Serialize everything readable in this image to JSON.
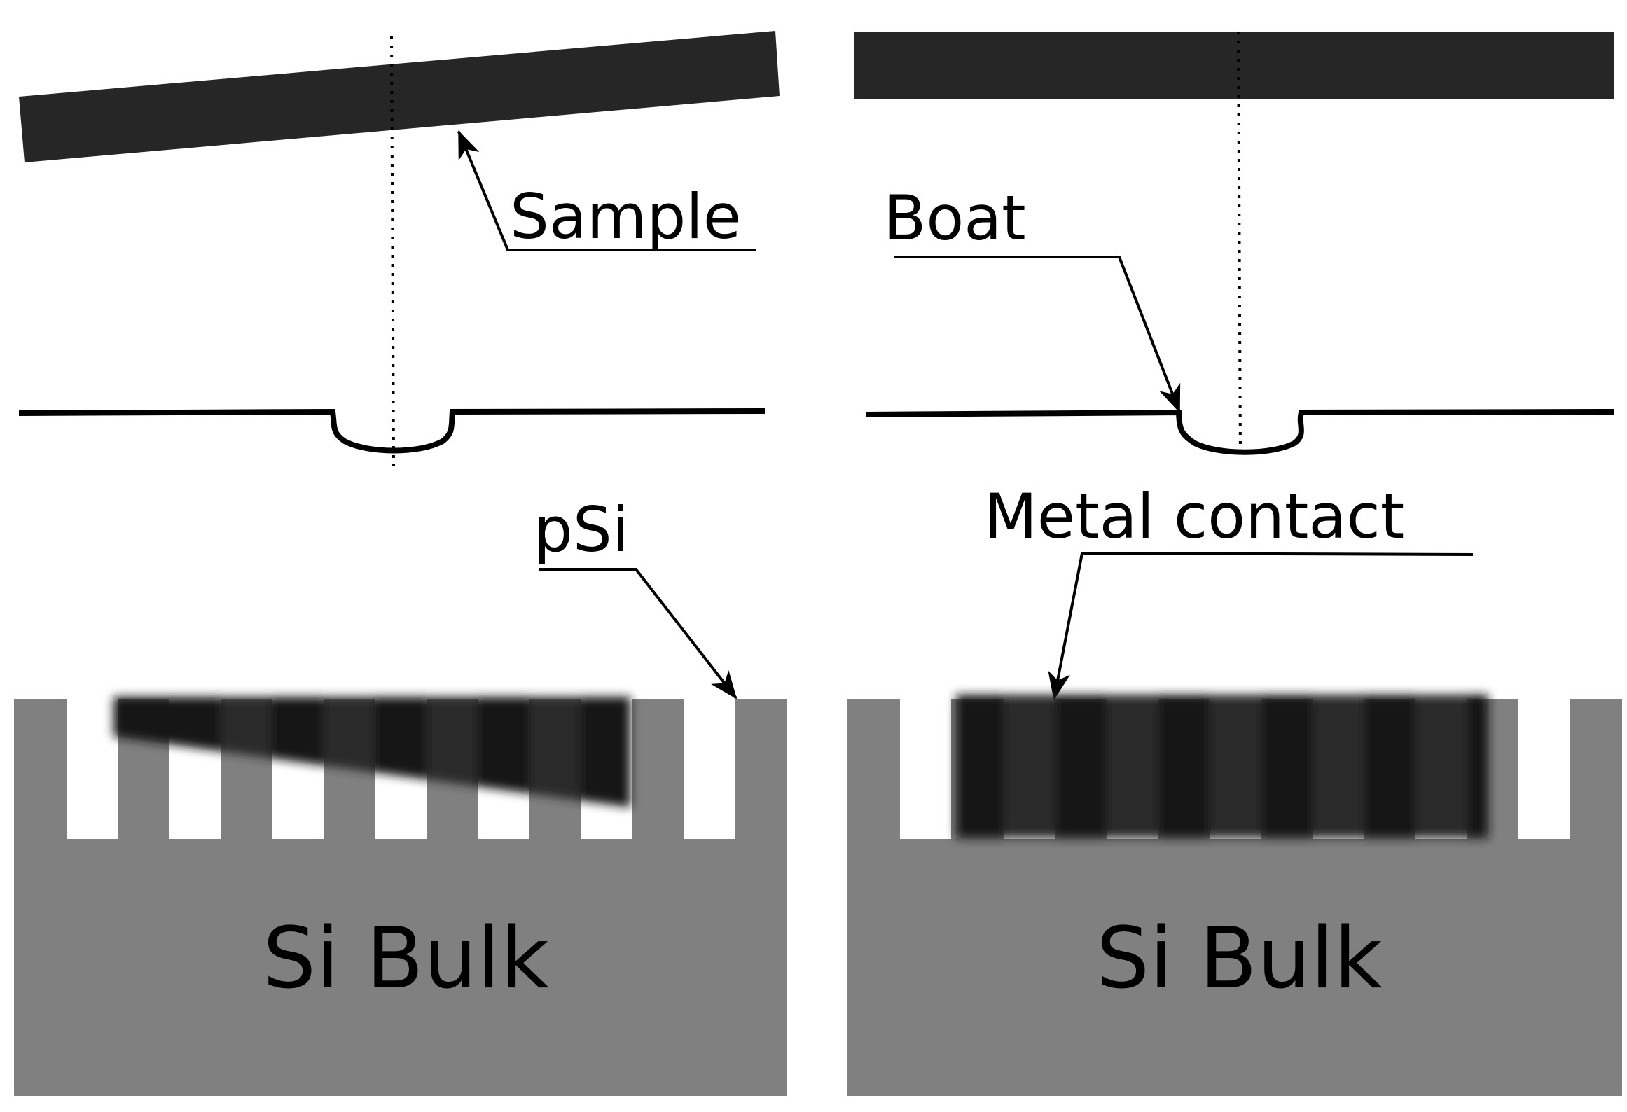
{
  "labels": {
    "sample": "Sample",
    "boat": "Boat",
    "psi": "pSi",
    "metal_contact": "Metal contact",
    "bulk_left": "Si Bulk",
    "bulk_right": "Si Bulk"
  },
  "colors": {
    "background": "#ffffff",
    "plate": "#262626",
    "silicon": "#808080",
    "film_dark": "#141414",
    "film_light": "#2b2b2b",
    "line": "#000000"
  }
}
